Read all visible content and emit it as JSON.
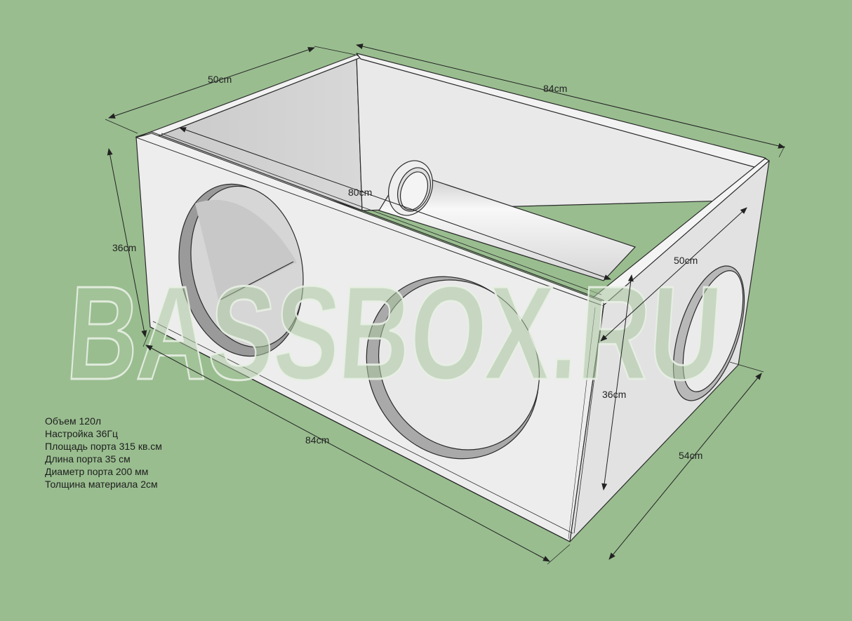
{
  "dimensions": {
    "top_depth": "50cm",
    "top_length": "84cm",
    "inner_length": "80cm",
    "height_left": "36cm",
    "side_depth": "50cm",
    "side_height": "36cm",
    "bottom_length": "84cm",
    "bottom_depth": "54cm"
  },
  "specs": [
    "Объем 120л",
    "Настройка 36Гц",
    "Площадь порта 315 кв.см",
    "Длина порта 35 см",
    "Диаметр порта 200 мм",
    "Толщина материала 2см"
  ],
  "watermark": "BASSBOX.RU",
  "colors": {
    "background": "#99bd8f",
    "panel_light": "#f0f0f0",
    "panel_mid": "#dcdcdc",
    "panel_dark": "#c6c6c6",
    "watermark": "#7f9f76"
  }
}
